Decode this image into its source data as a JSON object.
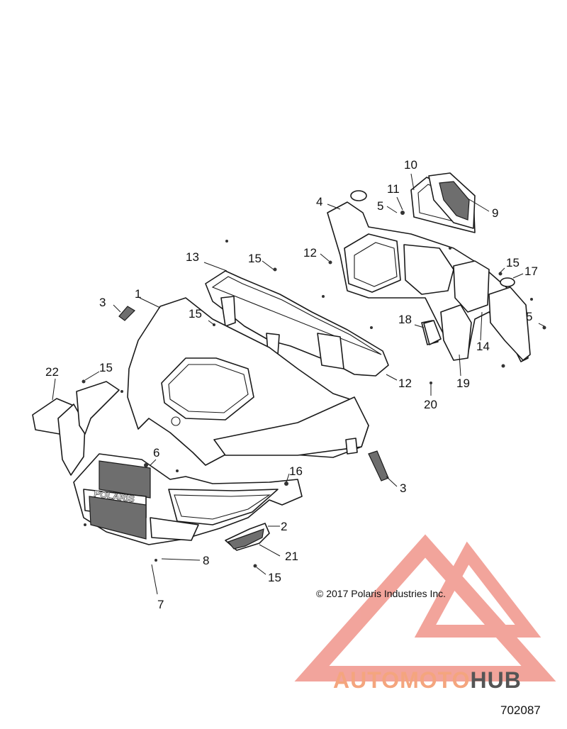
{
  "diagram": {
    "callouts": [
      "1",
      "2",
      "3",
      "3",
      "4",
      "5",
      "5",
      "6",
      "7",
      "8",
      "9",
      "10",
      "11",
      "12",
      "12",
      "13",
      "14",
      "15",
      "15",
      "15",
      "15",
      "15",
      "16",
      "17",
      "18",
      "19",
      "20",
      "21",
      "22"
    ]
  },
  "copyright": "© 2017 Polaris Industries Inc.",
  "diagram_id": "702087",
  "grille_badge": "POLARIS",
  "watermark": {
    "part1": "AUTOMOTO",
    "part2": "HUB",
    "color_light": "#f4a57e",
    "color_dark": "#555555",
    "triangle_color": "#e85a4a"
  }
}
